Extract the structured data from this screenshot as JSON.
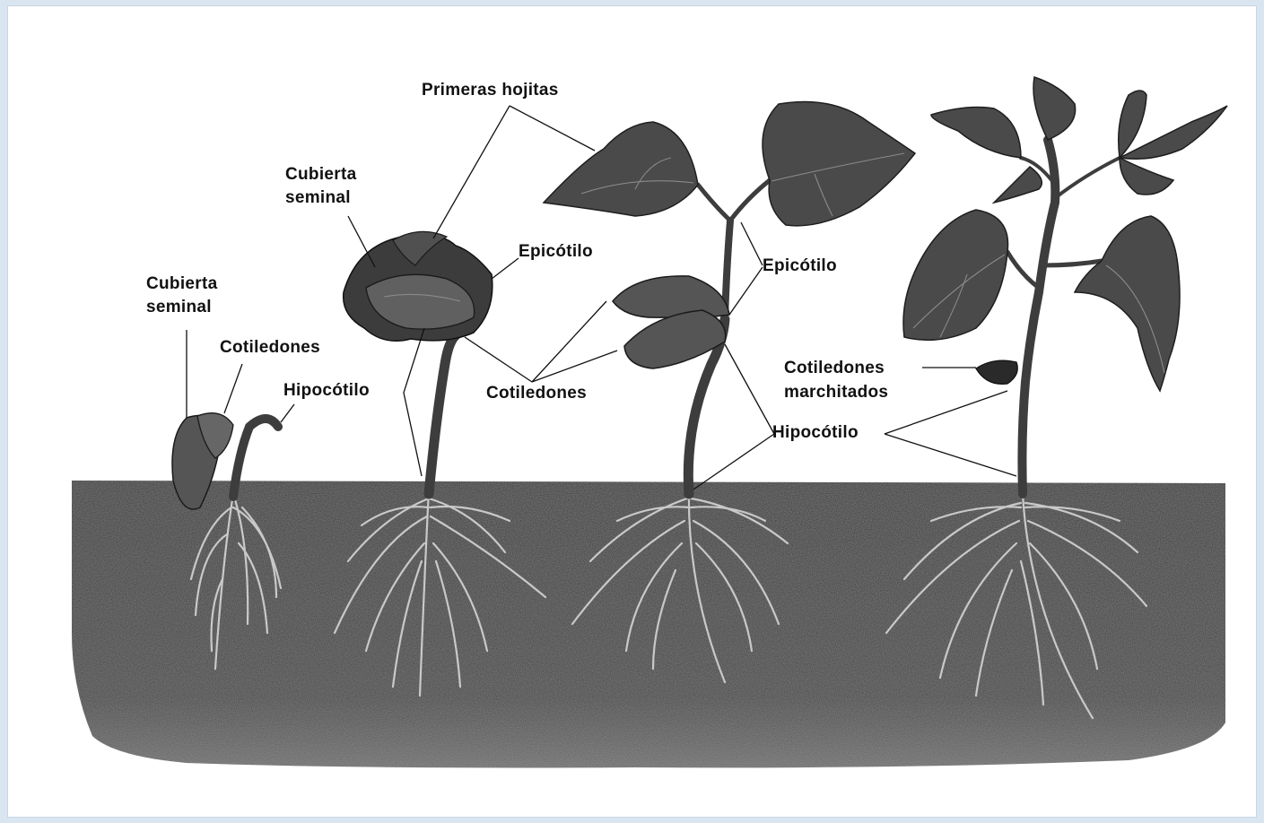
{
  "labels": {
    "primeras_hojitas": "Primeras hojitas",
    "cubierta_seminal_1_line1": "Cubierta",
    "cubierta_seminal_1_line2": "seminal",
    "cubierta_seminal_2_line1": "Cubierta",
    "cubierta_seminal_2_line2": "seminal",
    "cotiledones_1": "Cotiledones",
    "hipocotilo_1": "Hipocótilo",
    "epicotilo_2": "Epicótilo",
    "cotiledones_2": "Cotiledones",
    "epicotilo_3": "Epicótilo",
    "hipocotilo_3": "Hipocótilo",
    "cotiledones_marchitados_line1": "Cotiledones",
    "cotiledones_marchitados_line2": "marchitados"
  },
  "colors": {
    "soil": "#3b3b3b",
    "leaf": "#4a4a4a",
    "root": "#c9c9c9",
    "background": "#ffffff",
    "border": "#d9e6f2"
  }
}
